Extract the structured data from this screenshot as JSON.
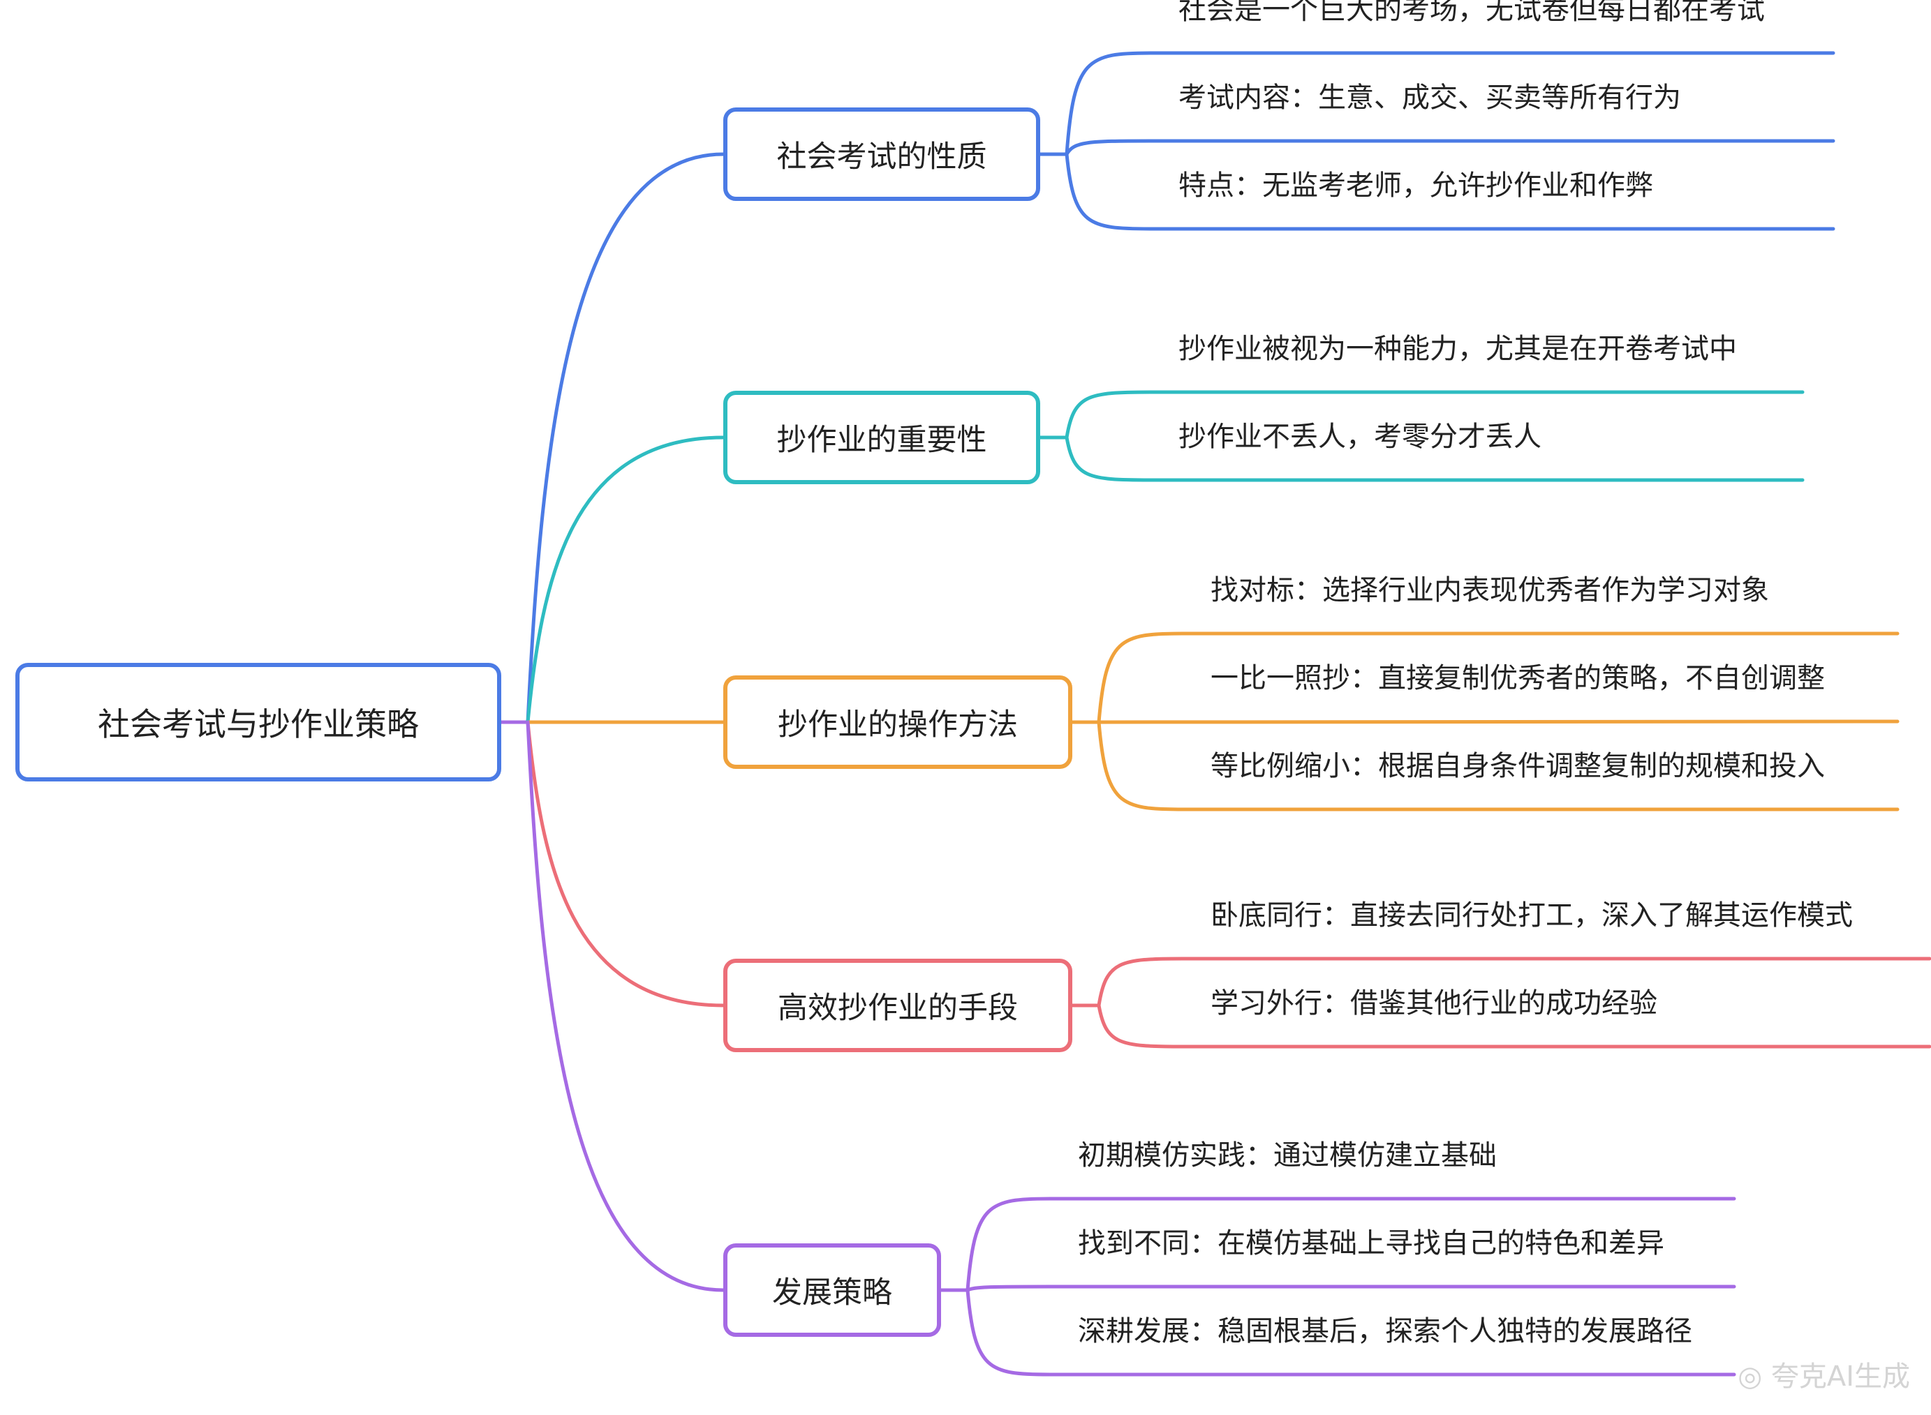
{
  "root": {
    "label": "社会考试与抄作业策略"
  },
  "branches": [
    {
      "label": "社会考试的性质",
      "color": "#4b7be5",
      "leaves": [
        "社会是一个巨大的考场，无试卷但每日都在考试",
        "考试内容：生意、成交、买卖等所有行为",
        "特点：无监考老师，允许抄作业和作弊"
      ]
    },
    {
      "label": "抄作业的重要性",
      "color": "#2ebcc1",
      "leaves": [
        "抄作业被视为一种能力，尤其是在开卷考试中",
        "抄作业不丢人，考零分才丢人"
      ]
    },
    {
      "label": "抄作业的操作方法",
      "color": "#f0a23c",
      "leaves": [
        "找对标：选择行业内表现优秀者作为学习对象",
        "一比一照抄：直接复制优秀者的策略，不自创调整",
        "等比例缩小：根据自身条件调整复制的规模和投入"
      ]
    },
    {
      "label": "高效抄作业的手段",
      "color": "#ec6e78",
      "leaves": [
        "卧底同行：直接去同行处打工，深入了解其运作模式",
        "学习外行：借鉴其他行业的成功经验"
      ]
    },
    {
      "label": "发展策略",
      "color": "#a56ae4",
      "leaves": [
        "初期模仿实践：通过模仿建立基础",
        "找到不同：在模仿基础上寻找自己的特色和差异",
        "深耕发展：稳固根基后，探索个人独特的发展路径"
      ]
    }
  ],
  "root_connector_color": "#a56ae4",
  "watermark": "◎ 夸克AI生成"
}
